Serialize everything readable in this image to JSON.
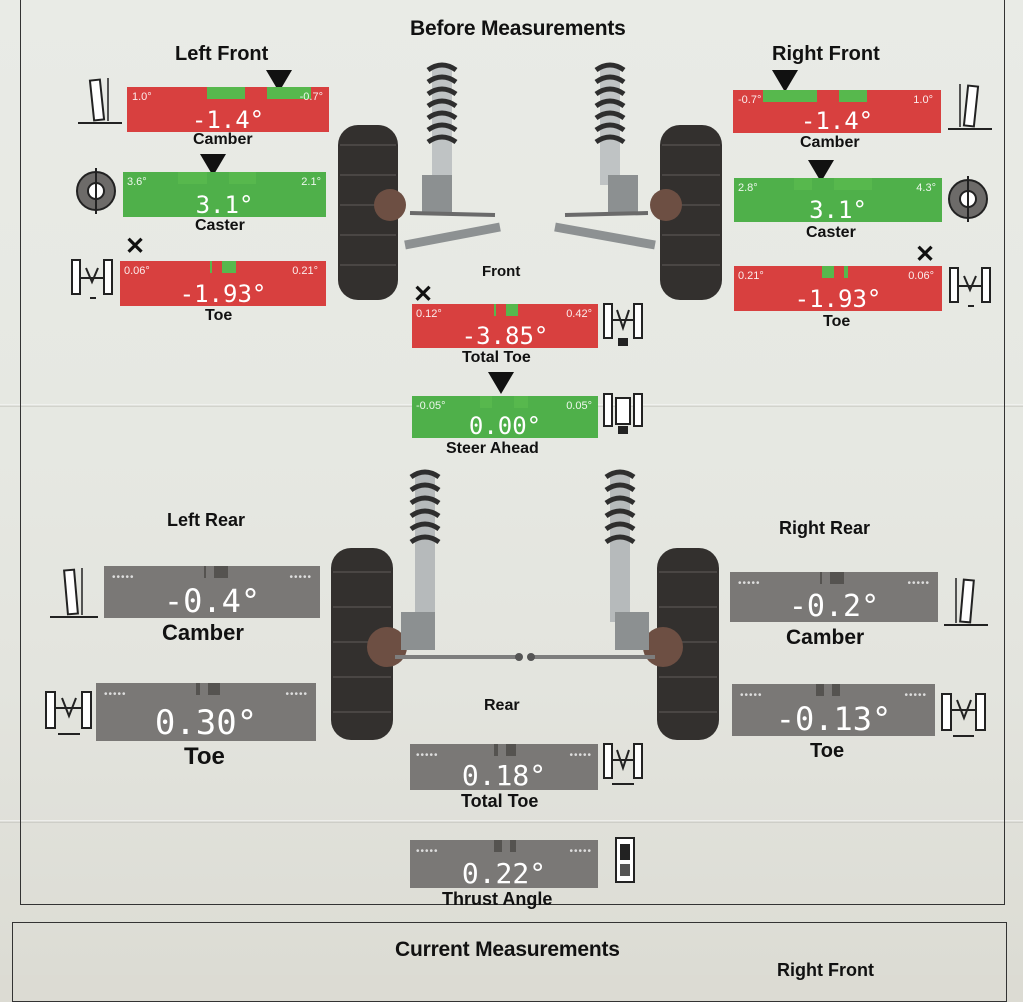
{
  "before_title": "Before Measurements",
  "current_title": "Current Measurements",
  "current_right_front": "Right Front",
  "front_label": "Front",
  "rear_label": "Rear",
  "left_front": {
    "title": "Left Front",
    "camber": {
      "label": "Camber",
      "value": "-1.4°",
      "min": "1.0°",
      "max": "-0.7°",
      "status": "red"
    },
    "caster": {
      "label": "Caster",
      "value": "3.1°",
      "min": "3.6°",
      "max": "2.1°",
      "status": "green"
    },
    "toe": {
      "label": "Toe",
      "value": "-1.93°",
      "min": "0.06°",
      "max": "0.21°",
      "status": "red"
    }
  },
  "right_front": {
    "title": "Right Front",
    "camber": {
      "label": "Camber",
      "value": "-1.4°",
      "min": "-0.7°",
      "max": "1.0°",
      "status": "red"
    },
    "caster": {
      "label": "Caster",
      "value": "3.1°",
      "min": "2.8°",
      "max": "4.3°",
      "status": "green"
    },
    "toe": {
      "label": "Toe",
      "value": "-1.93°",
      "min": "0.21°",
      "max": "0.06°",
      "status": "red"
    }
  },
  "front_total_toe": {
    "label": "Total Toe",
    "value": "-3.85°",
    "min": "0.12°",
    "max": "0.42°",
    "status": "red"
  },
  "steer_ahead": {
    "label": "Steer Ahead",
    "value": "0.00°",
    "min": "-0.05°",
    "max": "0.05°",
    "status": "green"
  },
  "left_rear": {
    "title": "Left Rear",
    "camber": {
      "label": "Camber",
      "value": "-0.4°",
      "status": "gray"
    },
    "toe": {
      "label": "Toe",
      "value": "0.30°",
      "status": "gray"
    }
  },
  "right_rear": {
    "title": "Right Rear",
    "camber": {
      "label": "Camber",
      "value": "-0.2°",
      "status": "gray"
    },
    "toe": {
      "label": "Toe",
      "value": "-0.13°",
      "status": "gray"
    }
  },
  "rear_total_toe": {
    "label": "Total Toe",
    "value": "0.18°",
    "status": "gray"
  },
  "thrust_angle": {
    "label": "Thrust Angle",
    "value": "0.22°",
    "status": "gray"
  },
  "icons": [
    "camber-icon",
    "caster-icon",
    "toe-icon",
    "total-toe-icon",
    "steer-ahead-icon",
    "thrust-angle-icon",
    "out-of-spec-x-icon",
    "pointer-arrow-icon",
    "front-suspension-image",
    "rear-suspension-image"
  ],
  "colors": {
    "out_of_spec": "#d8403f",
    "in_spec": "#4fb04a",
    "no_spec": "#7a7876"
  }
}
